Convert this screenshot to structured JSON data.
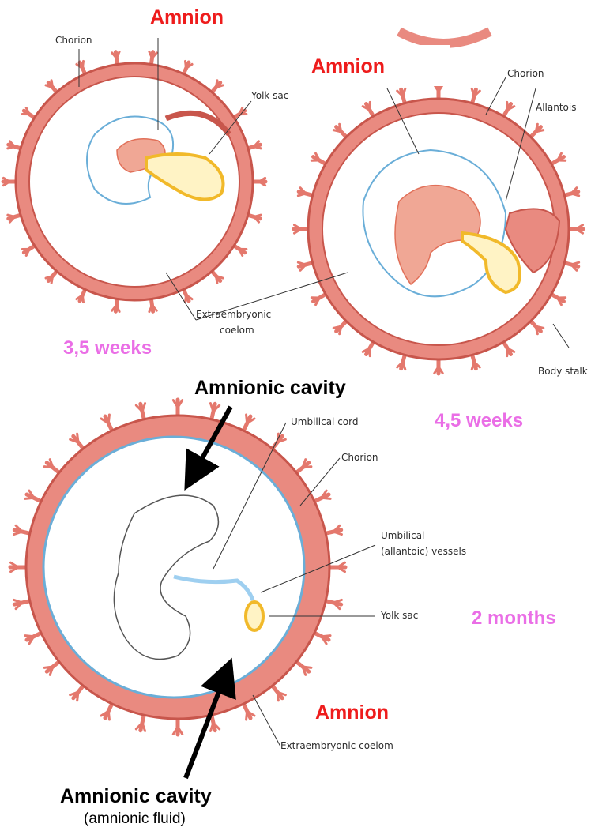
{
  "labels": {
    "top_left": {
      "amnion": "Amnion",
      "chorion": "Chorion",
      "yolk_sac": "Yolk sac",
      "stage": "3,5 weeks",
      "extraembryonic_coelom_line1": "Extraembryonic",
      "extraembryonic_coelom_line2": "coelom"
    },
    "top_right": {
      "amnion": "Amnion",
      "chorion": "Chorion",
      "allantois": "Allantois",
      "body_stalk": "Body stalk",
      "stage": "4,5 weeks"
    },
    "bottom": {
      "amnionic_cavity_top": "Amnionic cavity",
      "umbilical_cord": "Umbilical cord",
      "chorion": "Chorion",
      "umbilical_vessels_line1": "Umbilical",
      "umbilical_vessels_line2": "(allantoic) vessels",
      "yolk_sac": "Yolk sac",
      "stage": "2 months",
      "amnion": "Amnion",
      "extraembryonic_coelom": "Extraembryonic coelom",
      "amnionic_cavity_bottom": "Amnionic cavity",
      "amnionic_fluid": "(amnionic fluid)"
    }
  },
  "colors": {
    "chorion_fill": "#e98a80",
    "chorion_edge": "#c8564c",
    "villi": "#e4786d",
    "amnion_line": "#6aaed8",
    "yolk": "#f1b92a",
    "embryo": "#f0a795",
    "accent_red": "#ee1c1c",
    "accent_pink": "#ea6ee6"
  }
}
